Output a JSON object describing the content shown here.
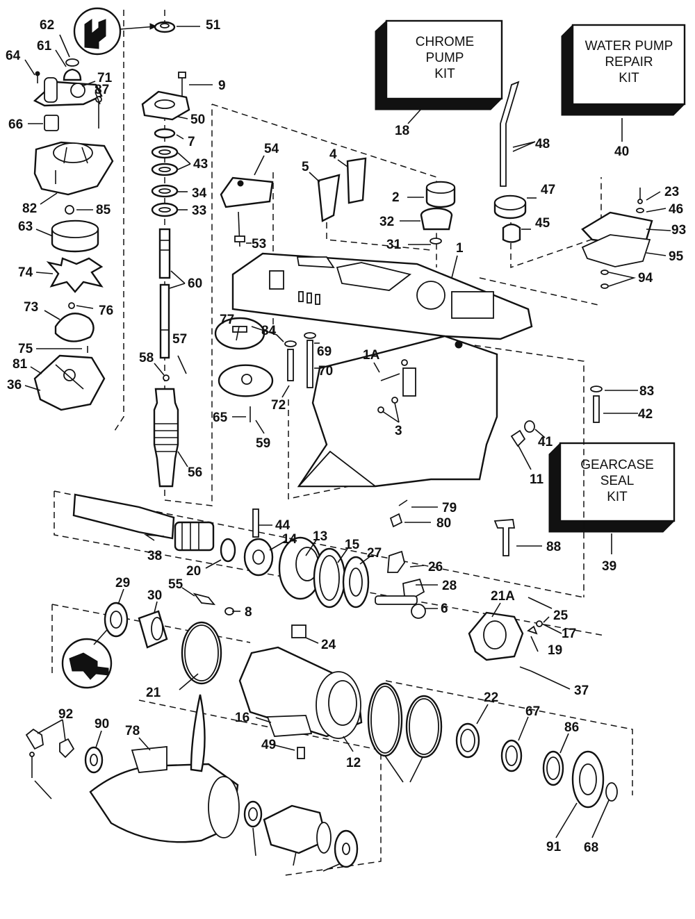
{
  "kits": {
    "chrome_pump": [
      "CHROME",
      "PUMP",
      "KIT"
    ],
    "water_pump": [
      "WATER PUMP",
      "REPAIR",
      "KIT"
    ],
    "gearcase_seal": [
      "GEARCASE",
      "SEAL",
      "KIT"
    ]
  },
  "callouts": [
    "51",
    "62",
    "61",
    "64",
    "71",
    "87",
    "66",
    "82",
    "85",
    "63",
    "74",
    "73",
    "76",
    "75",
    "81",
    "36",
    "9",
    "50",
    "7",
    "43",
    "34",
    "33",
    "60",
    "57",
    "58",
    "56",
    "54",
    "5",
    "4",
    "2",
    "32",
    "31",
    "53",
    "1",
    "77",
    "84",
    "69",
    "70",
    "72",
    "65",
    "59",
    "1A",
    "3",
    "83",
    "42",
    "41",
    "11",
    "79",
    "80",
    "88",
    "48",
    "47",
    "45",
    "23",
    "46",
    "93",
    "95",
    "94",
    "18",
    "40",
    "39",
    "38",
    "20",
    "44",
    "14",
    "13",
    "15",
    "27",
    "26",
    "28",
    "6",
    "29",
    "30",
    "55",
    "8",
    "24",
    "21",
    "16",
    "49",
    "12",
    "21A",
    "25",
    "17",
    "19",
    "37",
    "22",
    "67",
    "86",
    "91",
    "68",
    "92",
    "90",
    "78"
  ],
  "icon_names": [
    "water-pump-housing-icon",
    "gearcase-housing-icon"
  ]
}
